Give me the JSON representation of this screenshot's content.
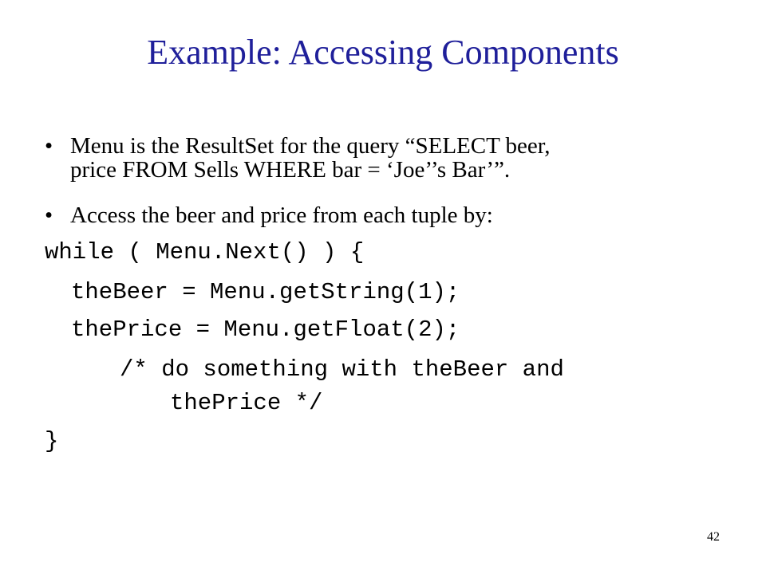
{
  "slide": {
    "title": "Example: Accessing Components",
    "bullets": [
      {
        "marker": "•",
        "text": "Menu is the ResultSet for the query “SELECT beer,\nprice FROM Sells WHERE bar = ‘Joe’’s Bar’”."
      },
      {
        "marker": "•",
        "text": "Access the beer and price from each tuple by:"
      }
    ],
    "code_lines": [
      "while ( Menu.Next() ) {",
      "theBeer = Menu.getString(1);",
      "thePrice = Menu.getFloat(2);",
      "/* do something with theBeer and",
      "thePrice */",
      "}"
    ],
    "page_number": "42"
  }
}
